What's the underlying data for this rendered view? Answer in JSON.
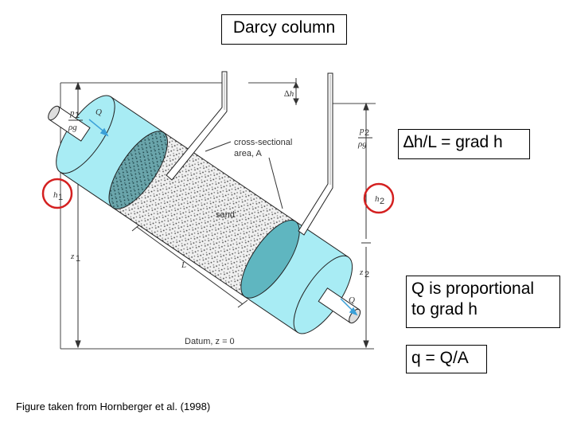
{
  "title": "Darcy column",
  "equations": {
    "grad": "∆h/L = grad h",
    "proportional_line1": "Q is proportional",
    "proportional_line2": "to grad h",
    "flux": "q = Q/A"
  },
  "caption": "Figure taken from Hornberger et al. (1998)",
  "figure_labels": {
    "p1": "p",
    "p1_sub": "1",
    "rho_g": "ρg",
    "p2": "p",
    "p2_sub": "2",
    "q_in": "Q",
    "q_out": "Q",
    "delta_h": "∆h",
    "h1": "h",
    "h1_sub": "1",
    "h2": "h",
    "h2_sub": "2",
    "z1": "z",
    "z1_sub": "1",
    "z2": "z",
    "z2_sub": "2",
    "cross_section_line1": "cross-sectional",
    "cross_section_line2": "area, A",
    "sand": "sand",
    "length": "L",
    "datum": "Datum, z = 0"
  },
  "colors": {
    "water": "#a8ecf4",
    "water_dark": "#5fb6c0",
    "highlight_circle": "#d42020",
    "arrow": "#3aa0d8"
  }
}
